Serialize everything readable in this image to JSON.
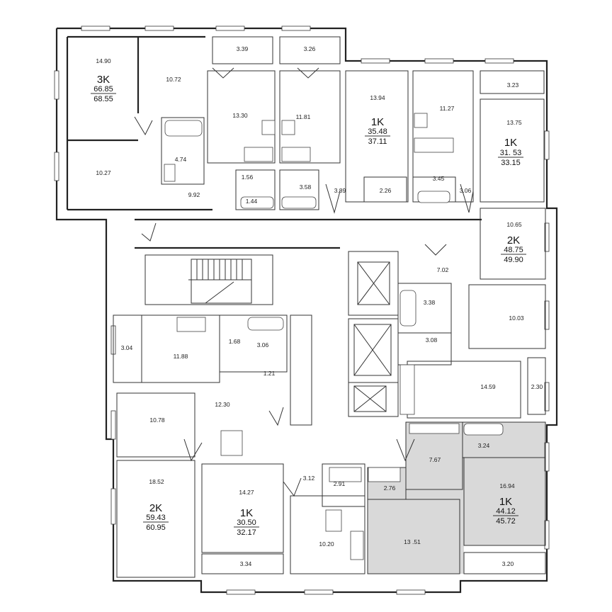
{
  "colors": {
    "highlight": "#d9d9d9",
    "wall": "#222222",
    "background": "#ffffff"
  },
  "apartments": [
    {
      "id": "apt-3k",
      "type": "3K",
      "living_area": "66.85",
      "total_area": "68.55",
      "highlighted": false
    },
    {
      "id": "apt-1k-a",
      "type": "1K",
      "living_area": "35.48",
      "total_area": "37.11",
      "highlighted": false
    },
    {
      "id": "apt-1k-b",
      "type": "1K",
      "living_area": "31. 53",
      "total_area": "33.15",
      "highlighted": false
    },
    {
      "id": "apt-2k-a",
      "type": "2K",
      "living_area": "48.75",
      "total_area": "49.90",
      "highlighted": false
    },
    {
      "id": "apt-2k-b",
      "type": "2K",
      "living_area": "59.43",
      "total_area": "60.95",
      "highlighted": false
    },
    {
      "id": "apt-1k-c",
      "type": "1K",
      "living_area": "30.50",
      "total_area": "32.17",
      "highlighted": false
    },
    {
      "id": "apt-1k-d",
      "type": "1K",
      "living_area": "44.12",
      "total_area": "45.72",
      "highlighted": true
    }
  ],
  "room_areas": [
    "14.90",
    "10.72",
    "3.39",
    "3.26",
    "10.27",
    "4.74",
    "9.92",
    "13.30",
    "1.56",
    "1.44",
    "11.81",
    "3.58",
    "3.89",
    "13.94",
    "2.26",
    "11.27",
    "3.45",
    "3.23",
    "13.75",
    "3.06",
    "10.65",
    "7.02",
    "3.38",
    "3.08",
    "10.03",
    "14.59",
    "2.30",
    "3.04",
    "11.88",
    "1.68",
    "3.06",
    "1.21",
    "12.30",
    "10.78",
    "18.52",
    "14.27",
    "3.12",
    "2.91",
    "2.76",
    "7.67",
    "3.24",
    "16.94",
    "10.20",
    "13 .51",
    "3.34",
    "3.20"
  ]
}
